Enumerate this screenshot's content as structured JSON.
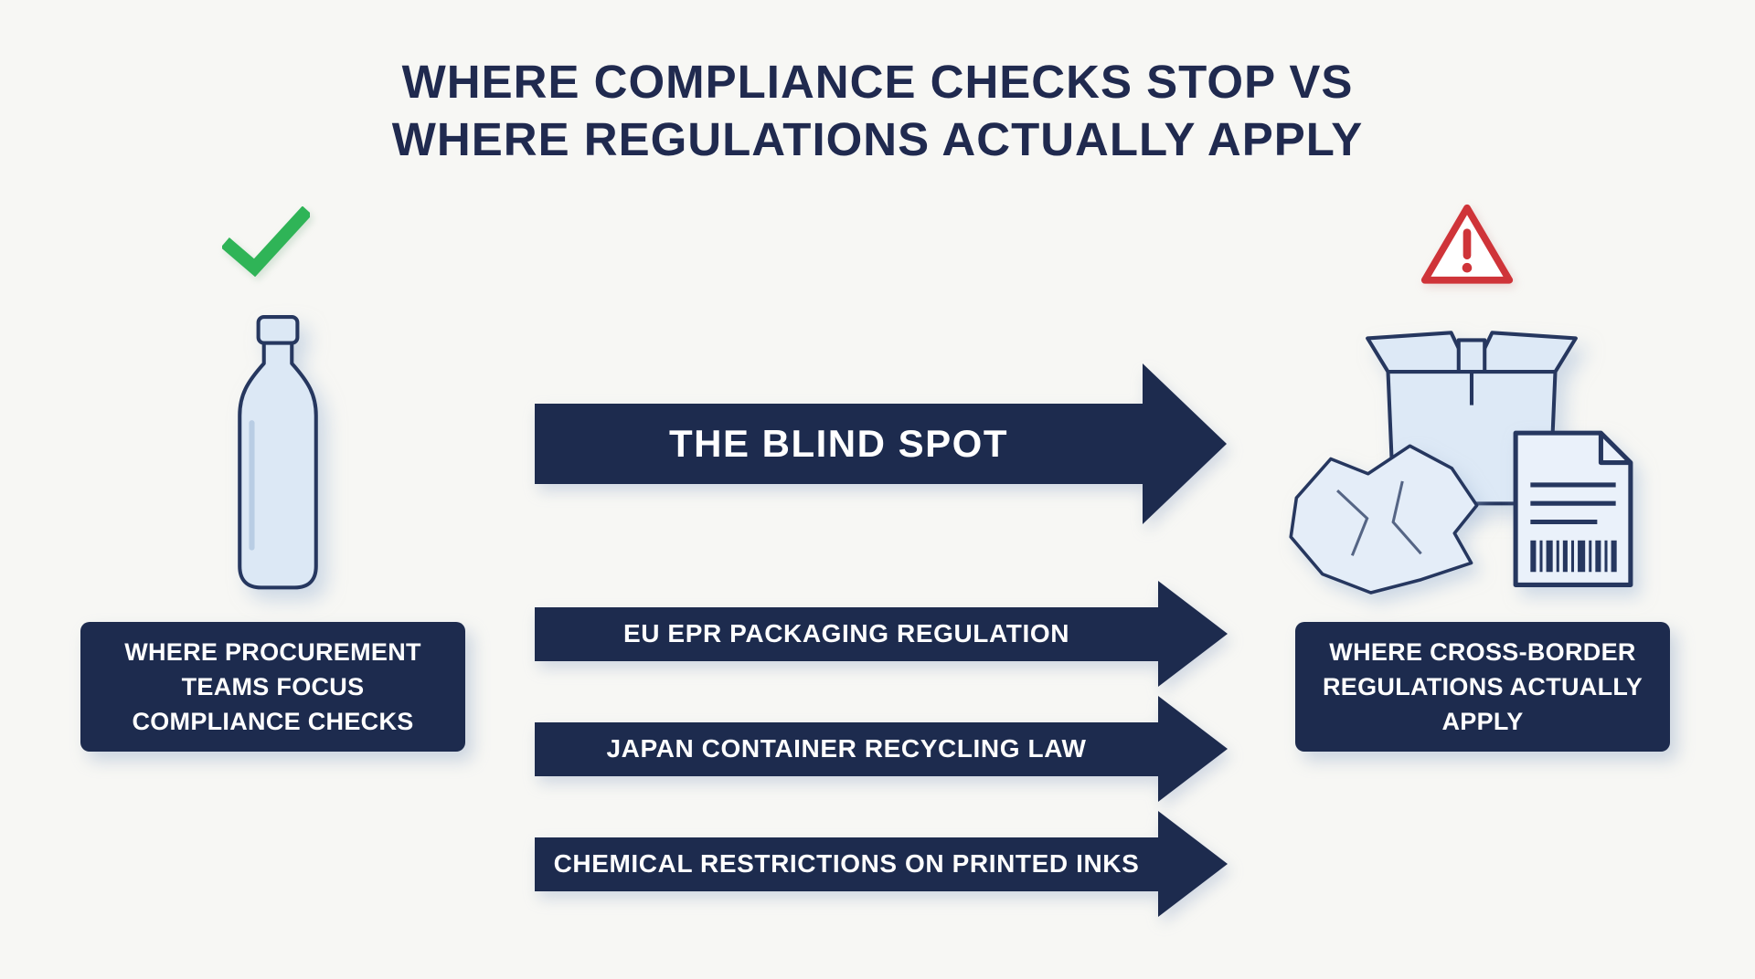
{
  "title": {
    "line1": "WHERE COMPLIANCE CHECKS STOP VS",
    "line2": "WHERE REGULATIONS ACTUALLY APPLY"
  },
  "left_column": {
    "status_icon": "check-icon",
    "illustration": "water-bottle",
    "label": "WHERE PROCUREMENT TEAMS FOCUS COMPLIANCE CHECKS"
  },
  "flow": {
    "main_arrow_label": "THE BLIND SPOT",
    "regulation_arrows": [
      "EU EPR PACKAGING REGULATION",
      "JAPAN CONTAINER RECYCLING LAW",
      "CHEMICAL RESTRICTIONS ON PRINTED INKS"
    ]
  },
  "right_column": {
    "status_icon": "warning-icon",
    "illustration": "package-with-wrap-and-label",
    "label": "WHERE CROSS-BORDER REGULATIONS ACTUALLY APPLY"
  },
  "colors": {
    "navy": "#1d2b4e",
    "title_navy": "#202a4f",
    "green": "#2fb457",
    "red": "#cf3439",
    "light_blue_fill": "#dce8f5",
    "outline_blue": "#26375f",
    "background": "#f7f7f4"
  }
}
